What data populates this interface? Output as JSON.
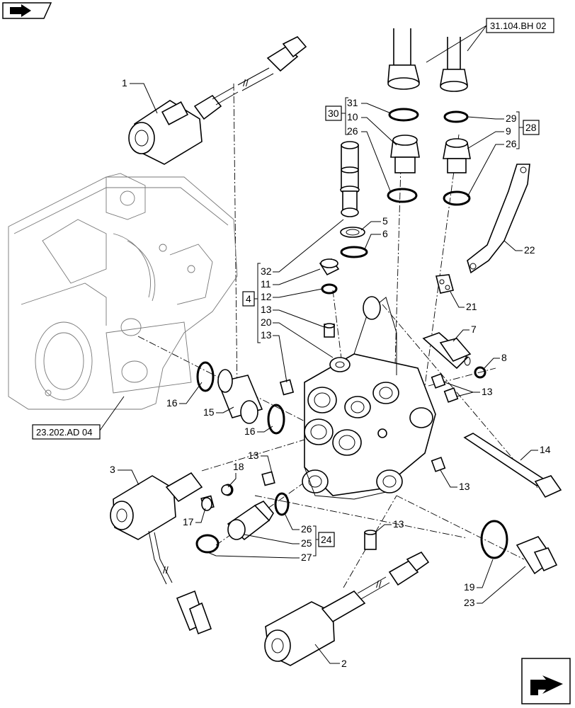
{
  "corner_icons": {
    "top_left": "book-arrow-icon",
    "bottom_right": "next-page-arrow-icon"
  },
  "references": {
    "ref_a": "31.104.BH 02",
    "ref_b": "23.202.AD 04"
  },
  "kits": {
    "k30": "30",
    "k28": "28",
    "k4": "4",
    "k24": "24"
  },
  "callouts": {
    "n1": "1",
    "n2": "2",
    "n3": "3",
    "n5": "5",
    "n6": "6",
    "n7": "7",
    "n8": "8",
    "n9": "9",
    "n10": "10",
    "n11": "11",
    "n12": "12",
    "n13_a": "13",
    "n13_b": "13",
    "n13_c": "13",
    "n13_d": "13",
    "n13_e": "13",
    "n13_f": "13",
    "n14": "14",
    "n15": "15",
    "n16_a": "16",
    "n16_b": "16",
    "n17": "17",
    "n18": "18",
    "n19": "19",
    "n20": "20",
    "n21": "21",
    "n22": "22",
    "n23": "23",
    "n25": "25",
    "n26_a": "26",
    "n26_b": "26",
    "n26_c": "26",
    "n27": "27",
    "n29": "29",
    "n31": "31",
    "n32": "32"
  }
}
